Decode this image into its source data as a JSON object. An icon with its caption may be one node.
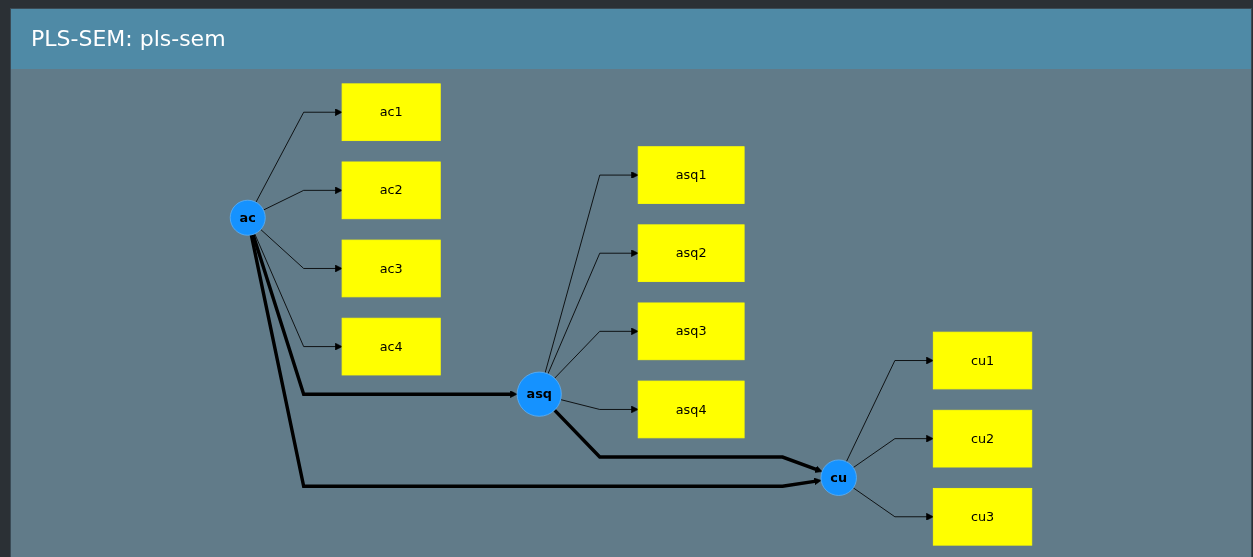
{
  "diagram": {
    "title": "PLS-SEM: pls-sem",
    "nodes": [
      {
        "text": [
          "ac"
        ]
      },
      {
        "text": [
          "ac1"
        ]
      },
      {
        "text": [
          "ac2"
        ]
      },
      {
        "text": [
          "ac3"
        ]
      },
      {
        "text": [
          "ac4"
        ]
      },
      {
        "text": [
          "asq"
        ]
      },
      {
        "text": [
          "asq1"
        ]
      },
      {
        "text": [
          "asq2"
        ]
      },
      {
        "text": [
          "asq3"
        ]
      },
      {
        "text": [
          "asq4"
        ]
      },
      {
        "text": [
          "cu"
        ]
      },
      {
        "text": [
          "cu1"
        ]
      },
      {
        "text": [
          "cu2"
        ]
      },
      {
        "text": [
          "cu3"
        ]
      }
    ],
    "edges": [
      {
        "from": 0,
        "to": 1,
        "arrow": "to"
      },
      {
        "from": 0,
        "to": 2,
        "arrow": "to"
      },
      {
        "from": 0,
        "to": 3,
        "arrow": "to"
      },
      {
        "from": 0,
        "to": 4,
        "arrow": "to"
      },
      {
        "from": 0,
        "to": 5,
        "arrow": "to",
        "style": "thick"
      },
      {
        "from": 0,
        "to": 10,
        "arrow": "to",
        "style": "thick"
      },
      {
        "from": 5,
        "to": 6,
        "arrow": "to"
      },
      {
        "from": 5,
        "to": 7,
        "arrow": "to"
      },
      {
        "from": 5,
        "to": 8,
        "arrow": "to"
      },
      {
        "from": 5,
        "to": 9,
        "arrow": "to"
      },
      {
        "from": 5,
        "to": 10,
        "arrow": "to",
        "style": "thick"
      },
      {
        "from": 10,
        "to": 11,
        "arrow": "to"
      },
      {
        "from": 10,
        "to": 12,
        "arrow": "to"
      },
      {
        "from": 10,
        "to": 13,
        "arrow": "to"
      }
    ]
  }
}
